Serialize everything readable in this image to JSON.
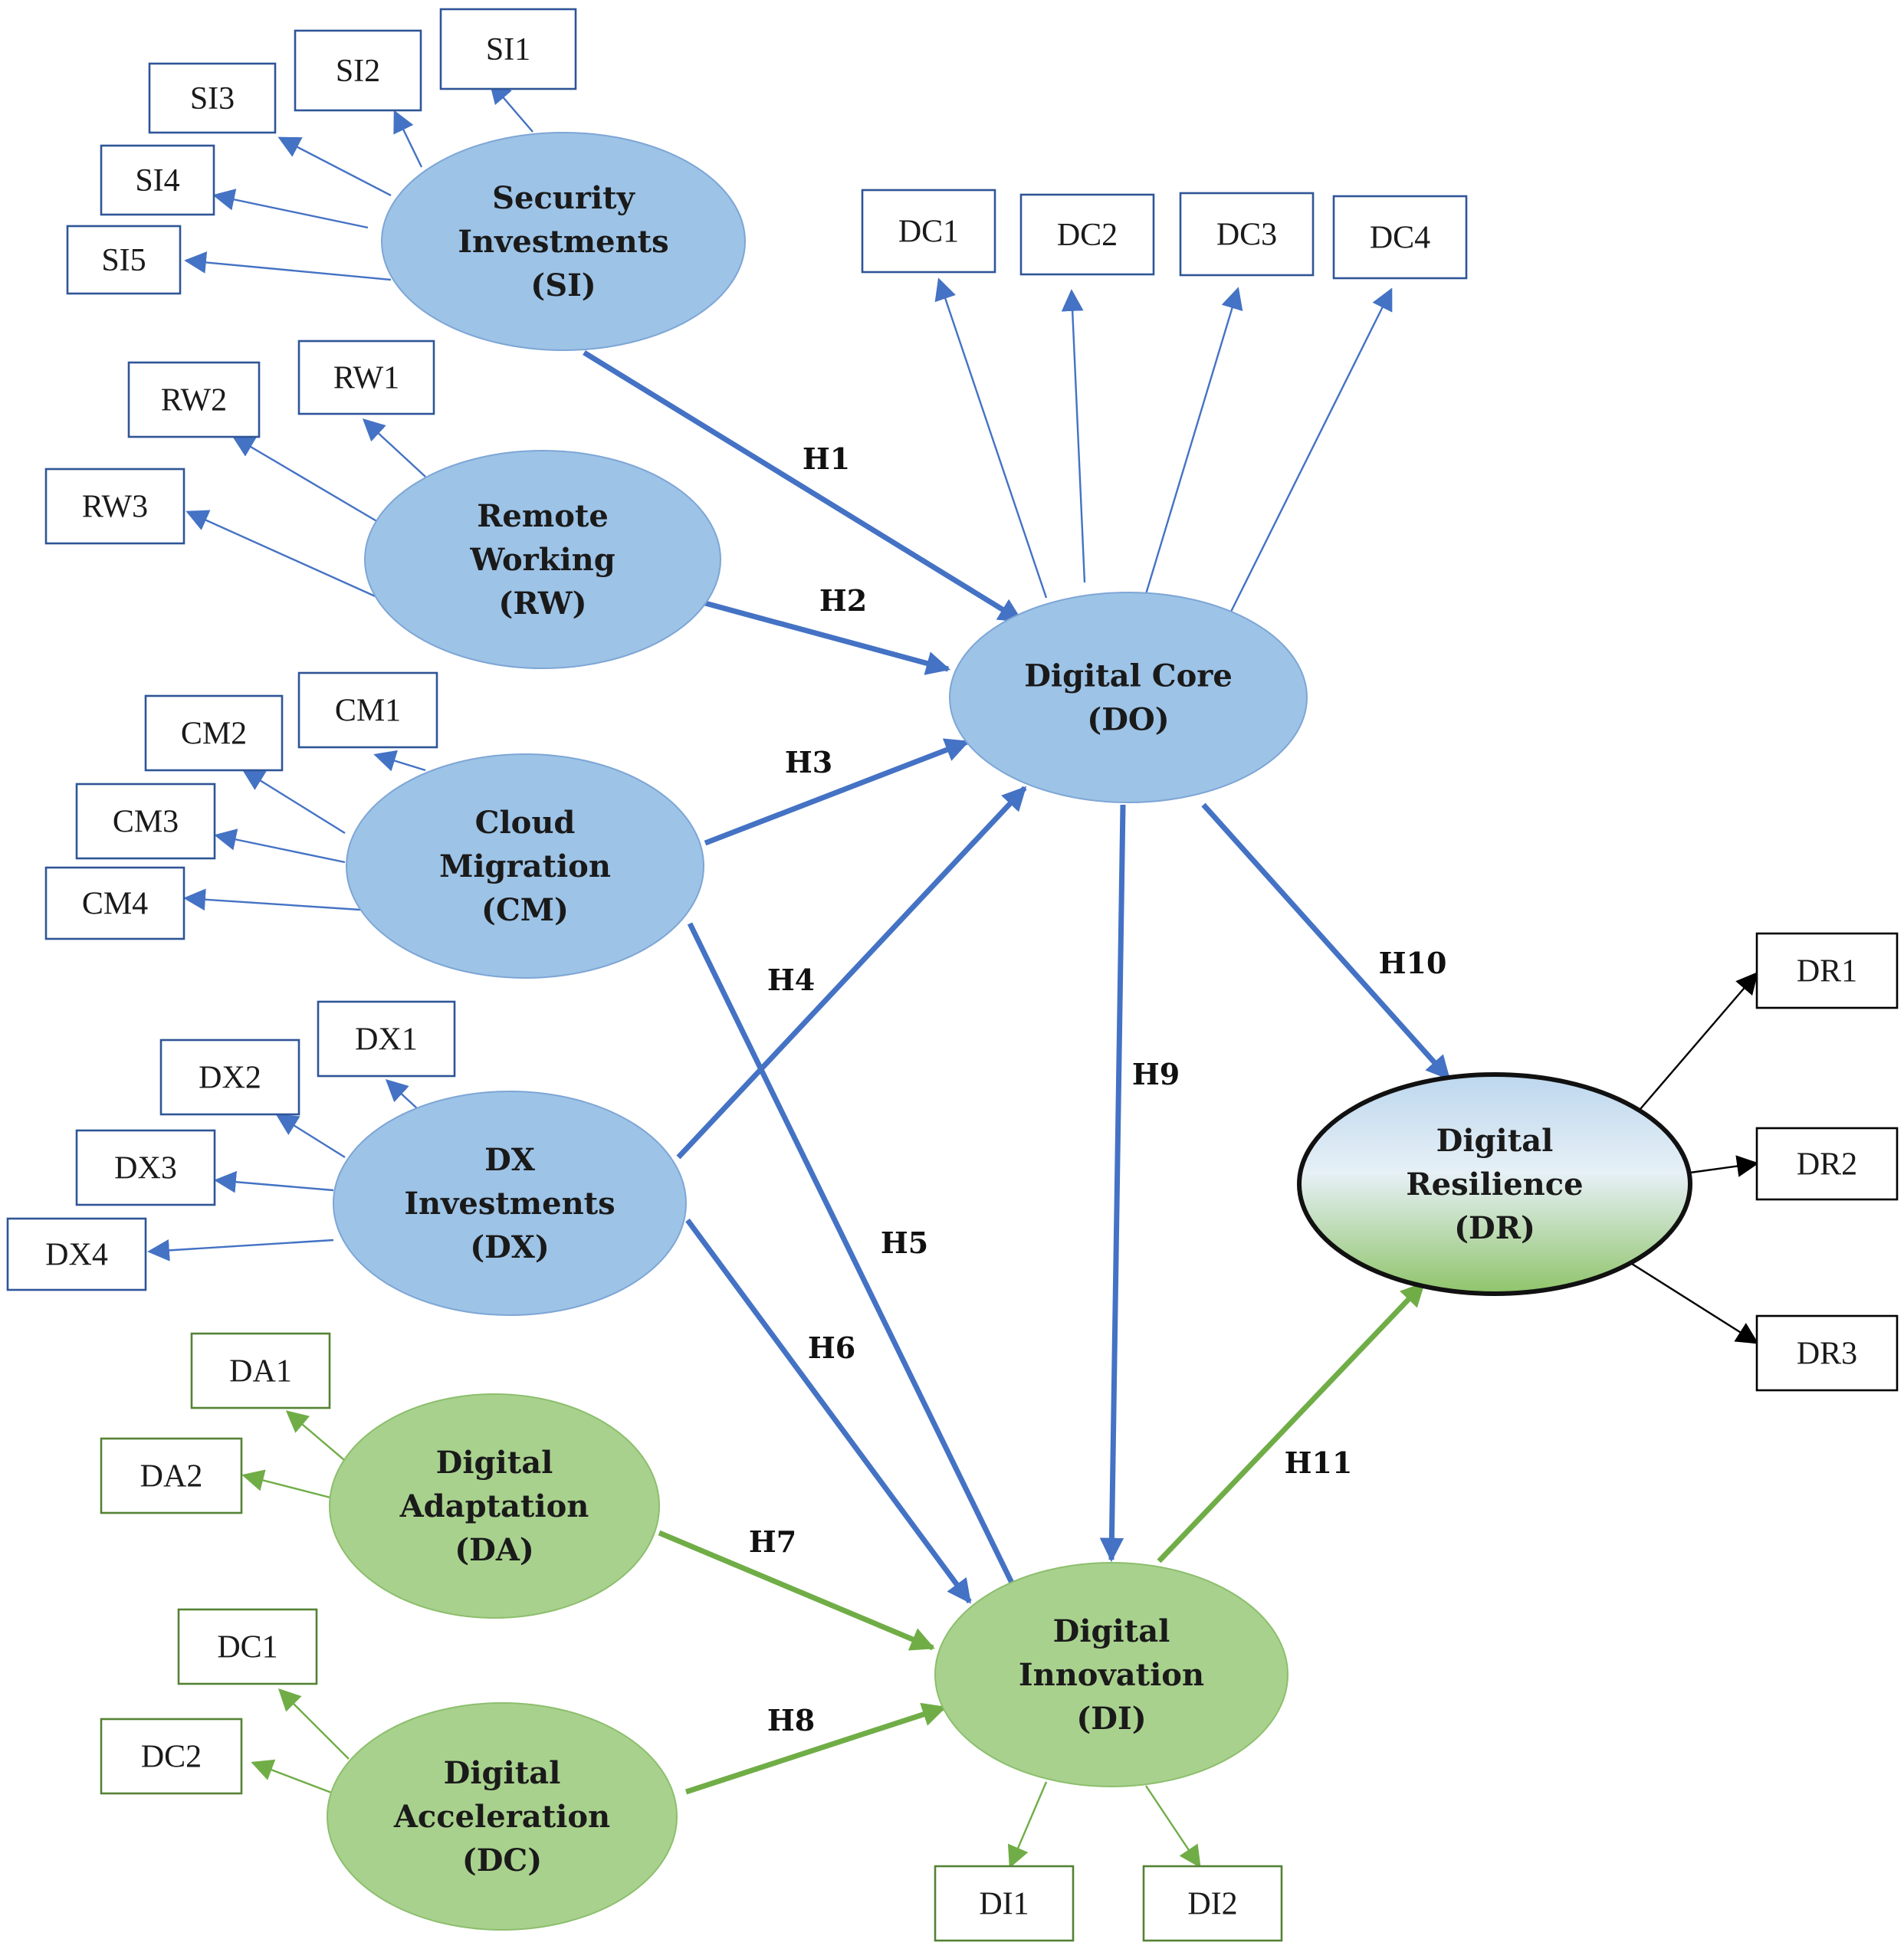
{
  "colors": {
    "blue_arrow": "#4472C4",
    "green_arrow": "#70AD47",
    "black_arrow": "#000000",
    "blue_fill": "#9DC3E6",
    "blue_stroke": "#7EA6D6",
    "green_fill": "#A9D18E",
    "green_stroke": "#8CBF6D",
    "blue_box_border": "#2F5597",
    "green_box_border": "#548235"
  },
  "constructs": [
    {
      "id": "SI",
      "lines": [
        "Security",
        "Investments",
        "(SI)"
      ],
      "style": "blue"
    },
    {
      "id": "RW",
      "lines": [
        "Remote",
        "Working",
        "(RW)"
      ],
      "style": "blue"
    },
    {
      "id": "CM",
      "lines": [
        "Cloud",
        "Migration",
        "(CM)"
      ],
      "style": "blue"
    },
    {
      "id": "DX",
      "lines": [
        "DX",
        "Investments",
        "(DX)"
      ],
      "style": "blue"
    },
    {
      "id": "DO",
      "lines": [
        "Digital Core",
        "(DO)"
      ],
      "style": "blue"
    },
    {
      "id": "DA",
      "lines": [
        "Digital",
        "Adaptation",
        "(DA)"
      ],
      "style": "green"
    },
    {
      "id": "DCA",
      "lines": [
        "Digital",
        "Acceleration",
        "(DC)"
      ],
      "style": "green"
    },
    {
      "id": "DI",
      "lines": [
        "Digital",
        "Innovation",
        "(DI)"
      ],
      "style": "green"
    },
    {
      "id": "DR",
      "lines": [
        "Digital",
        "Resilience",
        "(DR)"
      ],
      "style": "gradient"
    }
  ],
  "indicators": [
    {
      "id": "SI1",
      "label": "SI1",
      "construct": "SI",
      "style": "blue"
    },
    {
      "id": "SI2",
      "label": "SI2",
      "construct": "SI",
      "style": "blue"
    },
    {
      "id": "SI3",
      "label": "SI3",
      "construct": "SI",
      "style": "blue"
    },
    {
      "id": "SI4",
      "label": "SI4",
      "construct": "SI",
      "style": "blue"
    },
    {
      "id": "SI5",
      "label": "SI5",
      "construct": "SI",
      "style": "blue"
    },
    {
      "id": "RW1",
      "label": "RW1",
      "construct": "RW",
      "style": "blue"
    },
    {
      "id": "RW2",
      "label": "RW2",
      "construct": "RW",
      "style": "blue"
    },
    {
      "id": "RW3",
      "label": "RW3",
      "construct": "RW",
      "style": "blue"
    },
    {
      "id": "CM1",
      "label": "CM1",
      "construct": "CM",
      "style": "blue"
    },
    {
      "id": "CM2",
      "label": "CM2",
      "construct": "CM",
      "style": "blue"
    },
    {
      "id": "CM3",
      "label": "CM3",
      "construct": "CM",
      "style": "blue"
    },
    {
      "id": "CM4",
      "label": "CM4",
      "construct": "CM",
      "style": "blue"
    },
    {
      "id": "DX1",
      "label": "DX1",
      "construct": "DX",
      "style": "blue"
    },
    {
      "id": "DX2",
      "label": "DX2",
      "construct": "DX",
      "style": "blue"
    },
    {
      "id": "DX3",
      "label": "DX3",
      "construct": "DX",
      "style": "blue"
    },
    {
      "id": "DX4",
      "label": "DX4",
      "construct": "DX",
      "style": "blue"
    },
    {
      "id": "DOC1",
      "label": "DC1",
      "construct": "DO",
      "style": "blue"
    },
    {
      "id": "DOC2",
      "label": "DC2",
      "construct": "DO",
      "style": "blue"
    },
    {
      "id": "DOC3",
      "label": "DC3",
      "construct": "DO",
      "style": "blue"
    },
    {
      "id": "DOC4",
      "label": "DC4",
      "construct": "DO",
      "style": "blue"
    },
    {
      "id": "DA1",
      "label": "DA1",
      "construct": "DA",
      "style": "green"
    },
    {
      "id": "DA2",
      "label": "DA2",
      "construct": "DA",
      "style": "green"
    },
    {
      "id": "DCA1",
      "label": "DC1",
      "construct": "DCA",
      "style": "green"
    },
    {
      "id": "DCA2",
      "label": "DC2",
      "construct": "DCA",
      "style": "green"
    },
    {
      "id": "DI1",
      "label": "DI1",
      "construct": "DI",
      "style": "green"
    },
    {
      "id": "DI2",
      "label": "DI2",
      "construct": "DI",
      "style": "green"
    },
    {
      "id": "DR1",
      "label": "DR1",
      "construct": "DR",
      "style": "black"
    },
    {
      "id": "DR2",
      "label": "DR2",
      "construct": "DR",
      "style": "black"
    },
    {
      "id": "DR3",
      "label": "DR3",
      "construct": "DR",
      "style": "black"
    }
  ],
  "hypotheses": [
    {
      "label": "H1",
      "from": "SI",
      "to": "DO",
      "style": "blue"
    },
    {
      "label": "H2",
      "from": "RW",
      "to": "DO",
      "style": "blue"
    },
    {
      "label": "H3",
      "from": "CM",
      "to": "DO",
      "style": "blue"
    },
    {
      "label": "H4",
      "from": "DX",
      "to": "DO",
      "style": "blue"
    },
    {
      "label": "H5",
      "from": "CM",
      "to": "DI",
      "style": "blue"
    },
    {
      "label": "H6",
      "from": "DX",
      "to": "DI",
      "style": "blue"
    },
    {
      "label": "H7",
      "from": "DA",
      "to": "DI",
      "style": "green"
    },
    {
      "label": "H8",
      "from": "DCA",
      "to": "DI",
      "style": "green"
    },
    {
      "label": "H9",
      "from": "DO",
      "to": "DI",
      "style": "blue"
    },
    {
      "label": "H10",
      "from": "DO",
      "to": "DR",
      "style": "blue"
    },
    {
      "label": "H11",
      "from": "DI",
      "to": "DR",
      "style": "green"
    }
  ]
}
